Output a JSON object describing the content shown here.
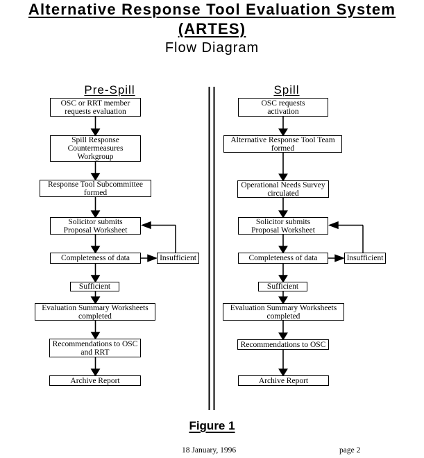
{
  "title": {
    "line1": "Alternative Response Tool Evaluation System",
    "line2": "(ARTES)",
    "line3": "Flow Diagram"
  },
  "pre_spill": {
    "header": "Pre-Spill",
    "steps": {
      "request": "OSC or RRT member\nrequests evaluation",
      "workgroup": "Spill Response\nCountermeasures\nWorkgroup",
      "subcommittee": "Response Tool Subcommittee\nformed",
      "solicitor": "Solicitor submits\nProposal Worksheet",
      "completeness": "Completeness of data",
      "insufficient": "Insufficient",
      "sufficient": "Sufficient",
      "evaluation": "Evaluation Summary Worksheets\ncompleted",
      "recommendations": "Recommendations to OSC\nand RRT",
      "archive": "Archive Report"
    }
  },
  "spill": {
    "header": "Spill",
    "steps": {
      "activation": "OSC requests\nactivation",
      "team": "Alternative Response Tool Team\nformed",
      "survey": "Operational Needs Survey\ncirculated",
      "solicitor": "Solicitor submits\nProposal Worksheet",
      "completeness": "Completeness of data",
      "insufficient": "Insufficient",
      "sufficient": "Sufficient",
      "evaluation": "Evaluation Summary Worksheets\ncompleted",
      "recommendations": "Recommendations to OSC",
      "archive": "Archive Report"
    }
  },
  "caption": "Figure 1",
  "footer": {
    "date": "18 January, 1996",
    "page": "page 2"
  },
  "colors": {
    "ink": "#000000",
    "paper": "#ffffff"
  }
}
